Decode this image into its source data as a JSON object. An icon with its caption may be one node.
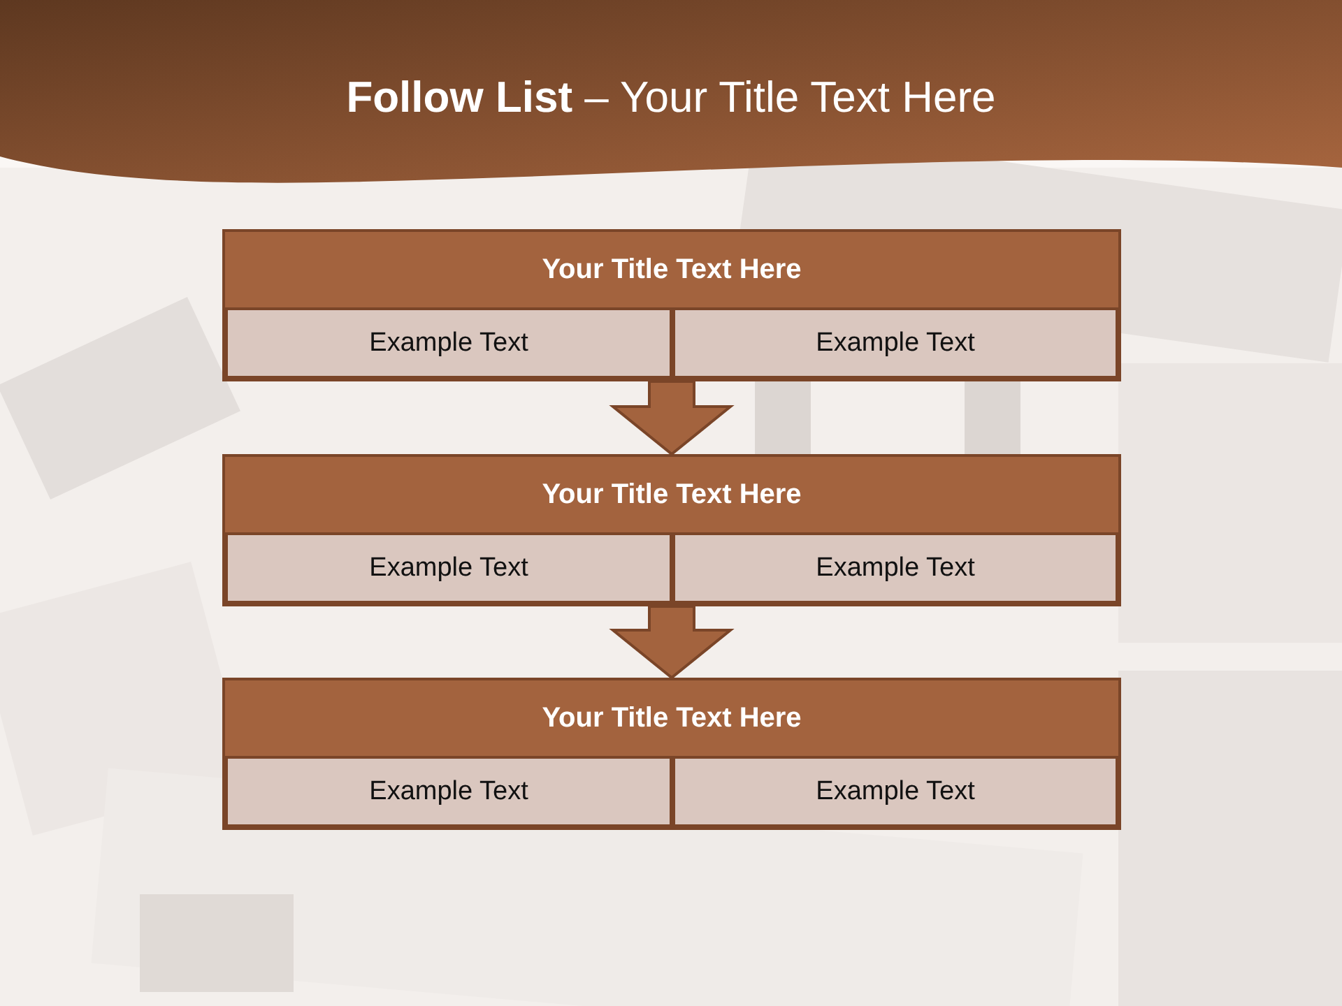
{
  "diagram": {
    "title": "**Follow List**  – Your Title Text Here",
    "nodes": [
      {
        "text": [
          "Your Title Text Here"
        ]
      },
      {
        "text": [
          "Example Text"
        ],
        "in": 0
      },
      {
        "text": [
          "Example Text"
        ],
        "in": 0
      },
      {
        "text": [
          "Your Title Text Here"
        ]
      },
      {
        "text": [
          "Example Text"
        ],
        "in": 3
      },
      {
        "text": [
          "Example Text"
        ],
        "in": 3
      },
      {
        "text": [
          "Your Title Text Here"
        ]
      },
      {
        "text": [
          "Example Text"
        ],
        "in": 6
      },
      {
        "text": [
          "Example Text"
        ],
        "in": 6
      }
    ],
    "edges": [
      {
        "from": 0,
        "to": 3,
        "arrow": "to"
      },
      {
        "from": 3,
        "to": 6,
        "arrow": "to"
      }
    ]
  }
}
